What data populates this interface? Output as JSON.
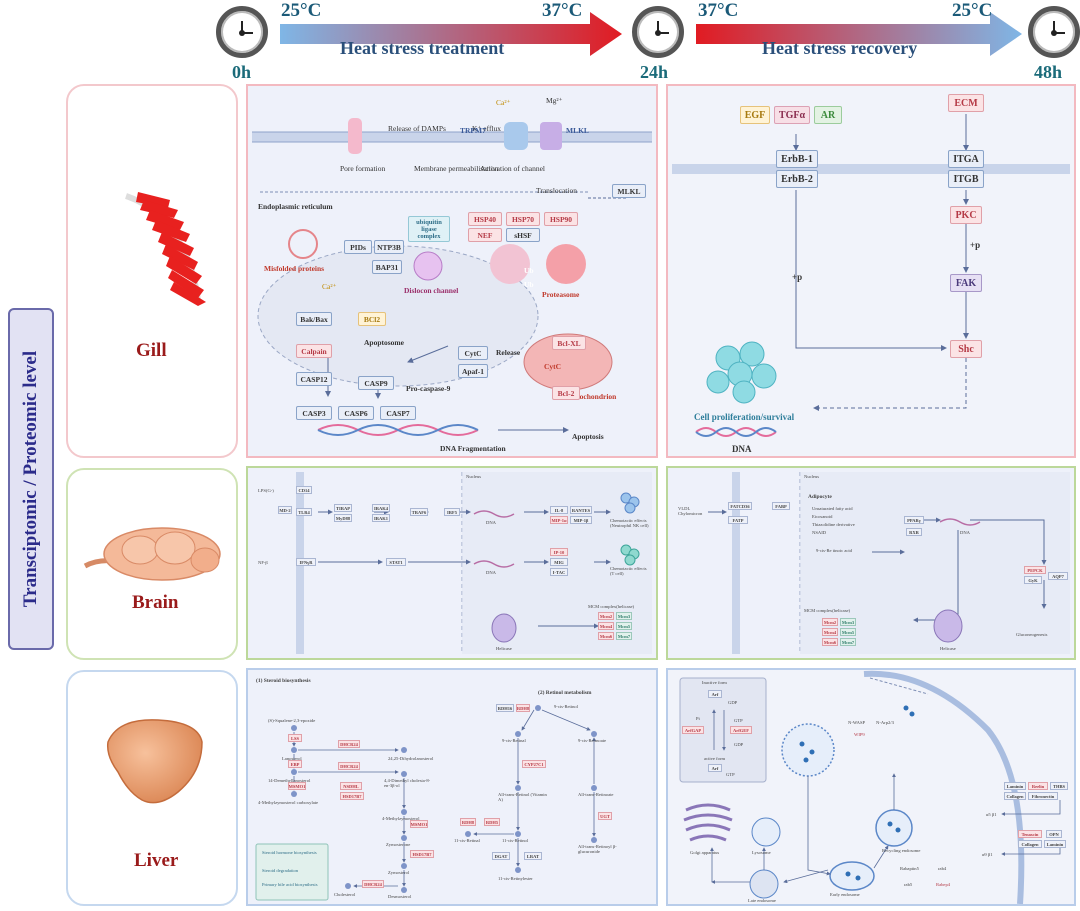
{
  "timeline": {
    "times": [
      "0h",
      "24h",
      "48h"
    ],
    "temps": [
      "25°C",
      "37°C",
      "37°C",
      "25°C"
    ],
    "phases": [
      "Heat stress treatment",
      "Heat stress recovery"
    ]
  },
  "side_label": "Transciptomic / Proteomic level",
  "organs": [
    "Gill",
    "Brain",
    "Liver"
  ],
  "gill_left": {
    "labels": [
      "Release of DAMPs",
      "K⁺ efflux",
      "Ca²⁺",
      "Mg²⁺",
      "TRPM7",
      "MLKL",
      "Pore formation",
      "Membrane permeabilisation",
      "Activation of channel",
      "Translocation",
      "Endoplasmic reticulum",
      "Misfolded proteins",
      "Dislocon channel",
      "Proteasome",
      "Ca²⁺",
      "Apoptosome",
      "Release",
      "Pro-caspase-9",
      "Mitochondrion",
      "DNA Fragmentation",
      "Apoptosis",
      "Ub",
      "Ub",
      "CytC"
    ],
    "nodes": {
      "mlkl": "MLKL",
      "ubiq": "ubiquitin ligase complex",
      "hsp40": "HSP40",
      "hsp70": "HSP70",
      "hsp90": "HSP90",
      "nef": "NEF",
      "shsf": "sHSF",
      "pids": "PIDs",
      "ntp3b": "NTP3B",
      "bap31": "BAP31",
      "bakbax": "Bak/Bax",
      "bcl2": "BCl2",
      "calpain": "Calpain",
      "casp12": "CASP12",
      "casp9": "CASP9",
      "casp3": "CASP3",
      "casp6": "CASP6",
      "casp7": "CASP7",
      "cytc": "CytC",
      "apaf1": "Apaf-1",
      "bclxl": "Bcl-XL",
      "bcl2b": "Bcl-2"
    }
  },
  "gill_right": {
    "nodes": {
      "egf": "EGF",
      "tgfa": "TGFα",
      "ar": "AR",
      "ecm": "ECM",
      "erbb1": "ErbB-1",
      "erbb2": "ErbB-2",
      "itga": "ITGA",
      "itgb": "ITGB",
      "pkc": "PKC",
      "fak": "FAK",
      "shc": "Shc"
    },
    "labels": [
      "+p",
      "+p",
      "Cell proliferation/survival",
      "DNA"
    ]
  },
  "brain_left": {
    "labels": [
      "Nucleus",
      "LPS(G-)",
      "NF-β",
      "DNA",
      "DNA",
      "Chemotactic effects (Neutrophil NK cell)",
      "Chemotactic effects (T cell)",
      "Helicase",
      "MCM complex(helicase)"
    ],
    "nodes": [
      "CD14",
      "MD-2",
      "TLR4",
      "TIRAP",
      "MyD88",
      "IRAK4",
      "IRAK1",
      "TRAF6",
      "IRF5",
      "IL-8",
      "RANTES",
      "MIP-1α",
      "MIP-1β",
      "IFNγR",
      "STAT1",
      "IP-10",
      "MIG",
      "I-TAC",
      "Mcm2",
      "Mcm3",
      "Mcm4",
      "Mcm5",
      "Mcm6",
      "Mcm7"
    ]
  },
  "brain_right": {
    "labels": [
      "Nucleus",
      "VLDL Chylomicron",
      "Adipocyte",
      "Unsaturated fatty acid",
      "Eicosanoid",
      "Thiazolidine derivative",
      "NSAID",
      "9-cis-Re tinoic acid",
      "DNA",
      "Gluconeogenesis",
      "MCM complex(helicase)",
      "Helicase"
    ],
    "nodes": [
      "FATCD36",
      "FATP",
      "FABP",
      "PPARγ",
      "RXR",
      "PEPCK",
      "GyK",
      "AQP7",
      "Mcm2",
      "Mcm3",
      "Mcm4",
      "Mcm5",
      "Mcm6",
      "Mcm7"
    ]
  },
  "liver_left": {
    "labels": [
      "(1) Steroid biosynthesis",
      "(2) Retinol metabolism",
      "(S)-Squalene-2,3-epoxide",
      "Lanosterol",
      "24,25-Dihydrolanosterol",
      "14-Demethyllanosterol",
      "4,4-Dimethyl cholesta-8-en-3β-ol",
      "4-Methylzymosterol carboxylate",
      "4-Methylzymosterol",
      "Zymosterone",
      "Zymosterol",
      "Cholesterol",
      "Desmosterol",
      "9-cis-Retinal",
      "9-cis-Retinol",
      "9-cis-Retinoate",
      "All-trans-Retinol (Vitamin A)",
      "All-trans-Retinoate",
      "11-cis-Retinal",
      "11-cis-Retinol",
      "11-cis-Retinylester",
      "All-trans-Retinoyl β-glucuronide",
      "Steroid hormone biosynthesis",
      "Steroid degradation",
      "Primary bile acid biosynthesis"
    ],
    "nodes": [
      "LSS",
      "DHCR24",
      "DHCR24",
      "EBP",
      "MSMO1",
      "NSDHL",
      "HSD17B7",
      "MSMO1",
      "HSD17B7",
      "DHCR24",
      "RDH16",
      "RDH8",
      "RDH5",
      "CYP27C1",
      "RDH8",
      "DGAT",
      "LRAT",
      "UGT"
    ]
  },
  "liver_right": {
    "labels": [
      "Inactive form",
      "GDP",
      "GTP",
      "GDP",
      "GTP",
      "Pi",
      "active form",
      "N-WASP",
      "N-Arp2/3",
      "WIP9",
      "Golgi apparatus",
      "Lysosome",
      "Late endosome",
      "Early endosome",
      "Recycling endosome",
      "Rabaptin5",
      "rab4",
      "rab5",
      "Rabep4",
      "α5 β1",
      "α9 β1"
    ],
    "nodes": [
      "Arf",
      "Arf",
      "ArfGAP",
      "ArfGEF",
      "Laminin",
      "Reelin",
      "THBS",
      "Collagen",
      "Fibronectin",
      "Tenascin",
      "OPN",
      "Collagen",
      "Laminin"
    ]
  }
}
